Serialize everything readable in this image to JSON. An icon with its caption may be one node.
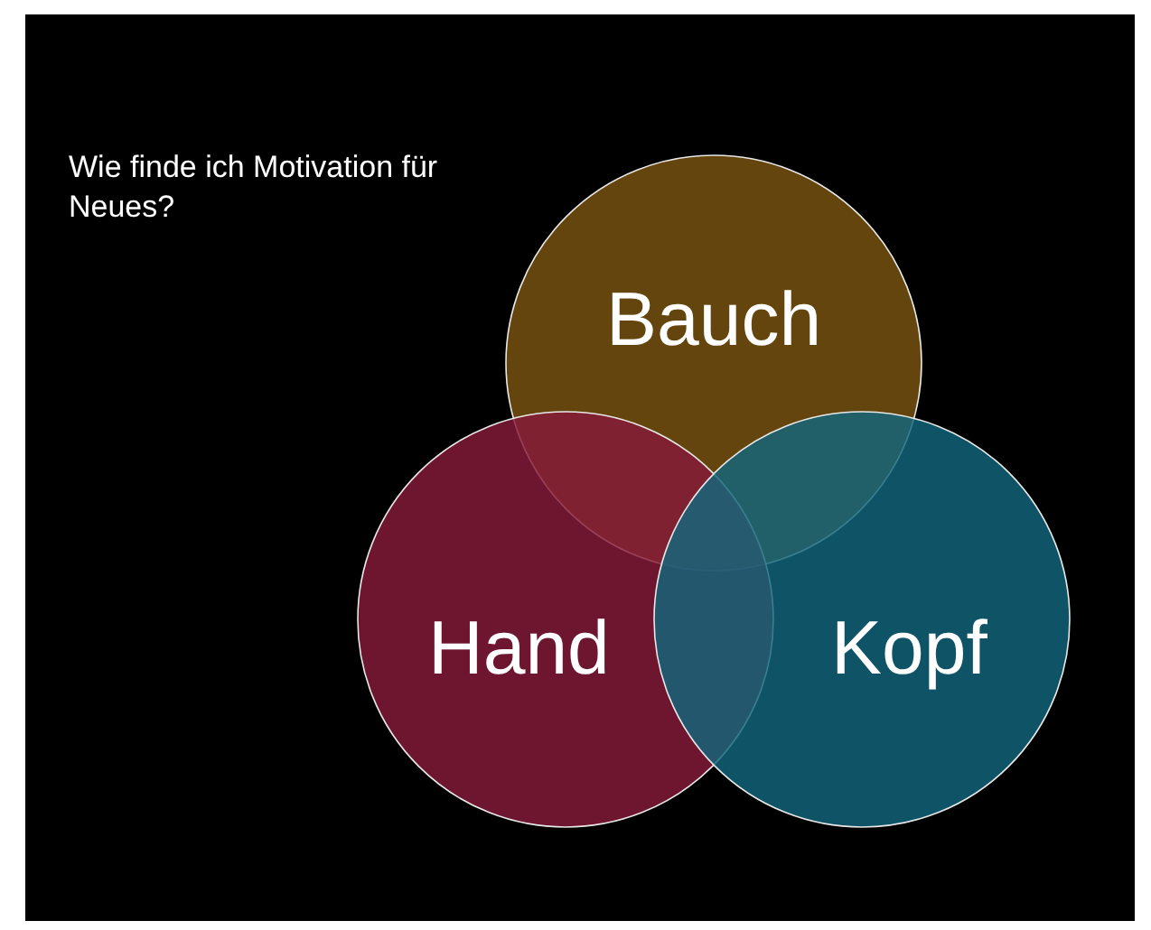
{
  "diagram": {
    "title": "Wie finde ich Motivation für Neues?",
    "nodes": [
      {
        "text": [
          "Bauch"
        ]
      },
      {
        "text": [
          "Hand"
        ]
      },
      {
        "text": [
          "Kopf"
        ]
      }
    ]
  }
}
